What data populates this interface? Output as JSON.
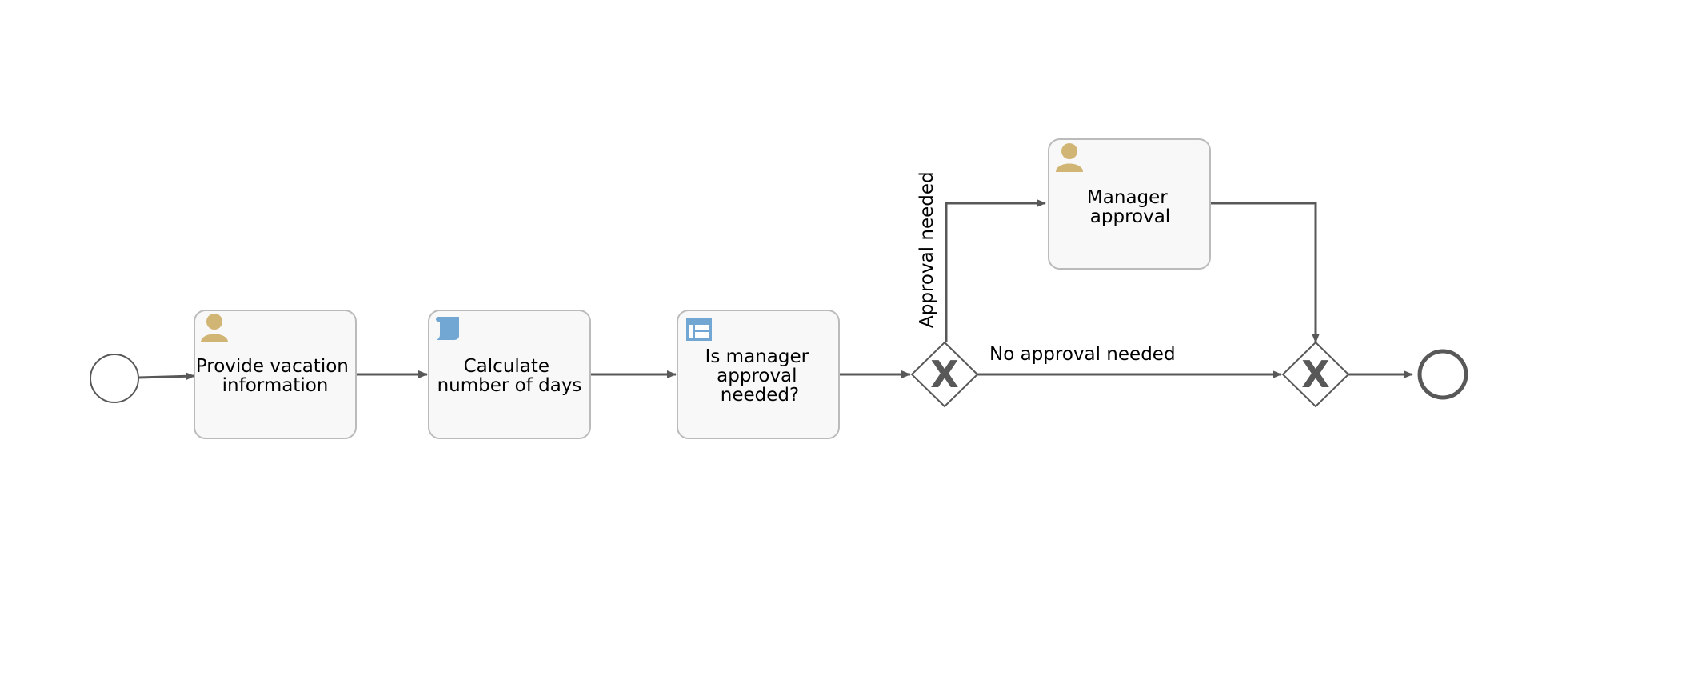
{
  "colors": {
    "stroke": "#585858",
    "task_fill": "#f8f8f8",
    "task_border": "#bbbbbb",
    "user_icon": "#d1b574",
    "blue_icon": "#72a7d3",
    "gateway_mark": "#585858"
  },
  "tasks": {
    "provide_info": {
      "lines": [
        "Provide vacation",
        "information"
      ],
      "icon": "user-icon"
    },
    "calculate_days": {
      "lines": [
        "Calculate",
        "number of days"
      ],
      "icon": "script-icon"
    },
    "manager_needed": {
      "lines": [
        "Is manager",
        "approval",
        "needed?"
      ],
      "icon": "decision-table-icon"
    },
    "manager_approval": {
      "lines": [
        "Manager",
        "approval"
      ],
      "icon": "user-icon"
    }
  },
  "flows": {
    "approval_needed": "Approval needed",
    "no_approval_needed": "No approval needed"
  },
  "gateways": {
    "split_marker": "X",
    "join_marker": "X"
  }
}
